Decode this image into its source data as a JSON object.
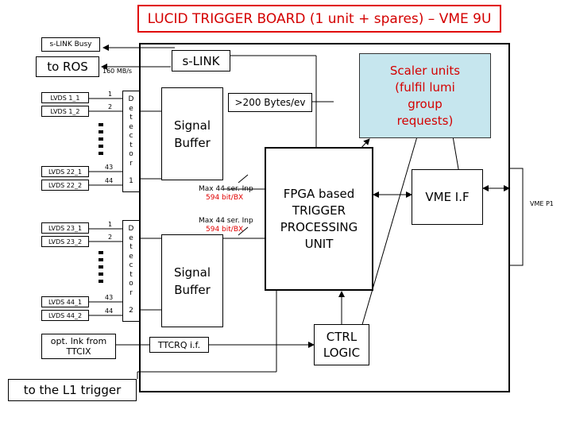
{
  "title": "LUCID TRIGGER BOARD (1 unit + spares) – VME 9U",
  "slink_busy": "s-LINK Busy",
  "to_ros": "to ROS",
  "rate": "160 MB/s",
  "slink": "s-LINK",
  "bytes": ">200 Bytes/ev",
  "scaler": "Scaler units (fulfil lumi group requests)",
  "signal_buffer_1": "Signal Buffer",
  "signal_buffer_2": "Signal Buffer",
  "fpga": "FPGA based TRIGGER PROCESSING UNIT",
  "vme_if": "VME I.F",
  "vme_p1": "VME P1",
  "ctrl": "CTRL LOGIC",
  "ttcrq": "TTCRQ i.f.",
  "opt_lnk": "opt. lnk from TTCIX",
  "l1_trigger": "to the L1 trigger",
  "max_ser_1": "Max 44 ser. Inp",
  "bits_1": "594 bit/BX",
  "max_ser_2": "Max 44 ser. Inp",
  "bits_2": "594 bit/BX",
  "detector_1": [
    "D",
    "e",
    "t",
    "e",
    "c",
    "t",
    "o",
    "r",
    "",
    "1"
  ],
  "detector_2": [
    "D",
    "e",
    "t",
    "e",
    "c",
    "t",
    "o",
    "r",
    "",
    "2"
  ],
  "lvds_group_1": [
    "LVDS 1_1",
    "LVDS 1_2",
    "LVDS 22_1",
    "LVDS 22_2"
  ],
  "lvds_group_2": [
    "LVDS 23_1",
    "LVDS 23_2",
    "LVDS 44_1",
    "LVDS 44_2"
  ],
  "channel_nums_1": [
    "1",
    "2",
    "43",
    "44"
  ],
  "channel_nums_2": [
    "1",
    "2",
    "43",
    "44"
  ],
  "colors": {
    "title_red": "#d40000",
    "scaler_fill": "#c6e6ee",
    "accent_red": "#e00000"
  }
}
